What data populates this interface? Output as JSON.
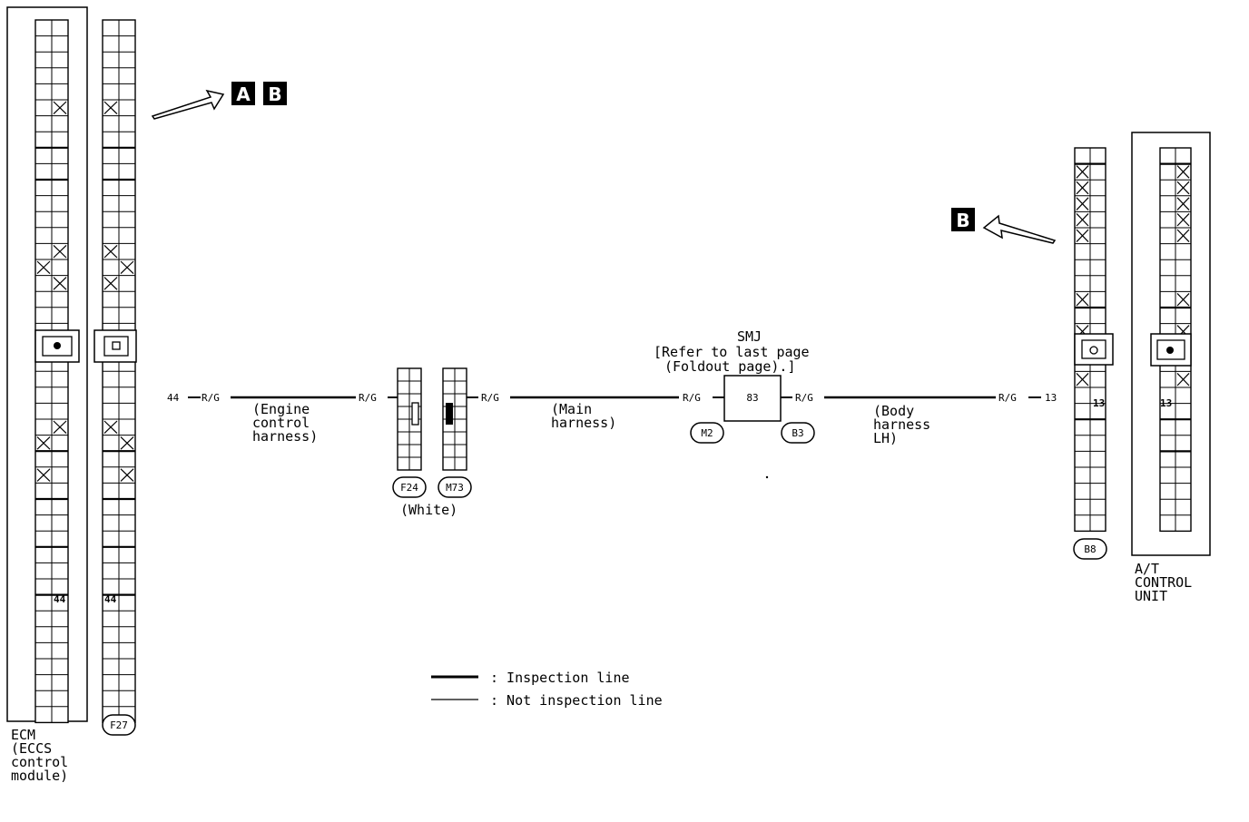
{
  "ecm": {
    "label_lines": [
      "ECM",
      "(ECCS",
      " control",
      " module)"
    ],
    "pin_label": "44"
  },
  "f27": {
    "connector_id": "F27",
    "pin_label": "44"
  },
  "harness_left": {
    "pin_left": "44",
    "wire_color_1": "R/G",
    "wire_color_2": "R/G",
    "harness_lines": [
      "(Engine",
      " control",
      " harness)"
    ]
  },
  "f24": {
    "connector_id": "F24"
  },
  "m73": {
    "connector_id": "M73"
  },
  "white_label": "(White)",
  "harness_mid": {
    "wire_color_1": "R/G",
    "harness_lines": [
      "(Main",
      " harness)"
    ],
    "wire_color_2": "R/G"
  },
  "smj": {
    "title": "SMJ",
    "note_line1": "[Refer to last page",
    "note_line2": "(Foldout page).]",
    "pin": "83",
    "conn_left": "M2",
    "conn_right": "B3"
  },
  "harness_right": {
    "wire_color_1": "R/G",
    "harness_lines": [
      "(Body",
      " harness",
      " LH)"
    ],
    "wire_color_2": "R/G",
    "pin_right": "13"
  },
  "b8": {
    "connector_id": "B8",
    "pin_label": "13"
  },
  "atcu": {
    "label_lines": [
      "A/T",
      "CONTROL",
      "UNIT"
    ],
    "pin_label": "13"
  },
  "refs": {
    "badge_a": "A",
    "badge_b": "B",
    "badge_b2": "B"
  },
  "legend": {
    "inspection": ": Inspection line",
    "not_inspection": ": Not inspection line"
  }
}
